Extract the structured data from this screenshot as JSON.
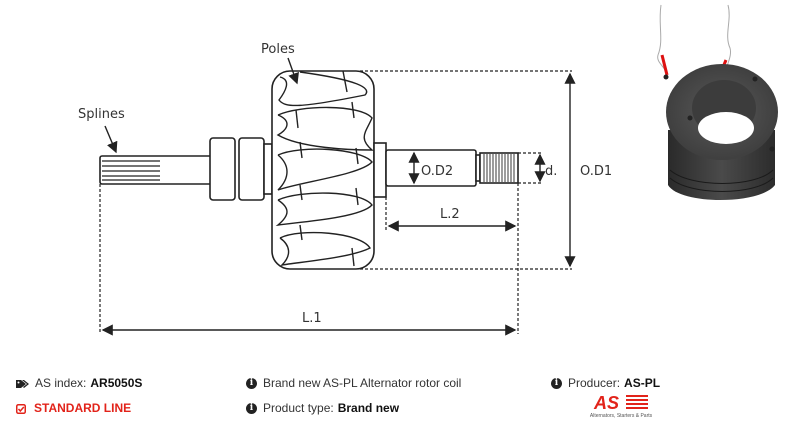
{
  "diagram": {
    "labels": {
      "poles": "Poles",
      "splines": "Splines",
      "od2": "O.D2",
      "d": "d.",
      "od1": "O.D1",
      "l2": "L.2",
      "l1": "L.1"
    }
  },
  "product": {
    "as_index_label": "AS index:",
    "as_index_value": "AR5050S",
    "line": "STANDARD LINE",
    "description": "Brand new AS-PL Alternator rotor coil",
    "product_type_label": "Product type:",
    "product_type_value": "Brand new",
    "producer_label": "Producer:",
    "producer_value": "AS-PL"
  },
  "logo": {
    "text": "AS",
    "tagline": "Alternators, Starters & Parts"
  },
  "colors": {
    "accent": "#e2231a",
    "line": "#222222"
  },
  "icons": {
    "tags": "tags-icon",
    "check": "checkbox-icon",
    "info": "info-icon"
  }
}
